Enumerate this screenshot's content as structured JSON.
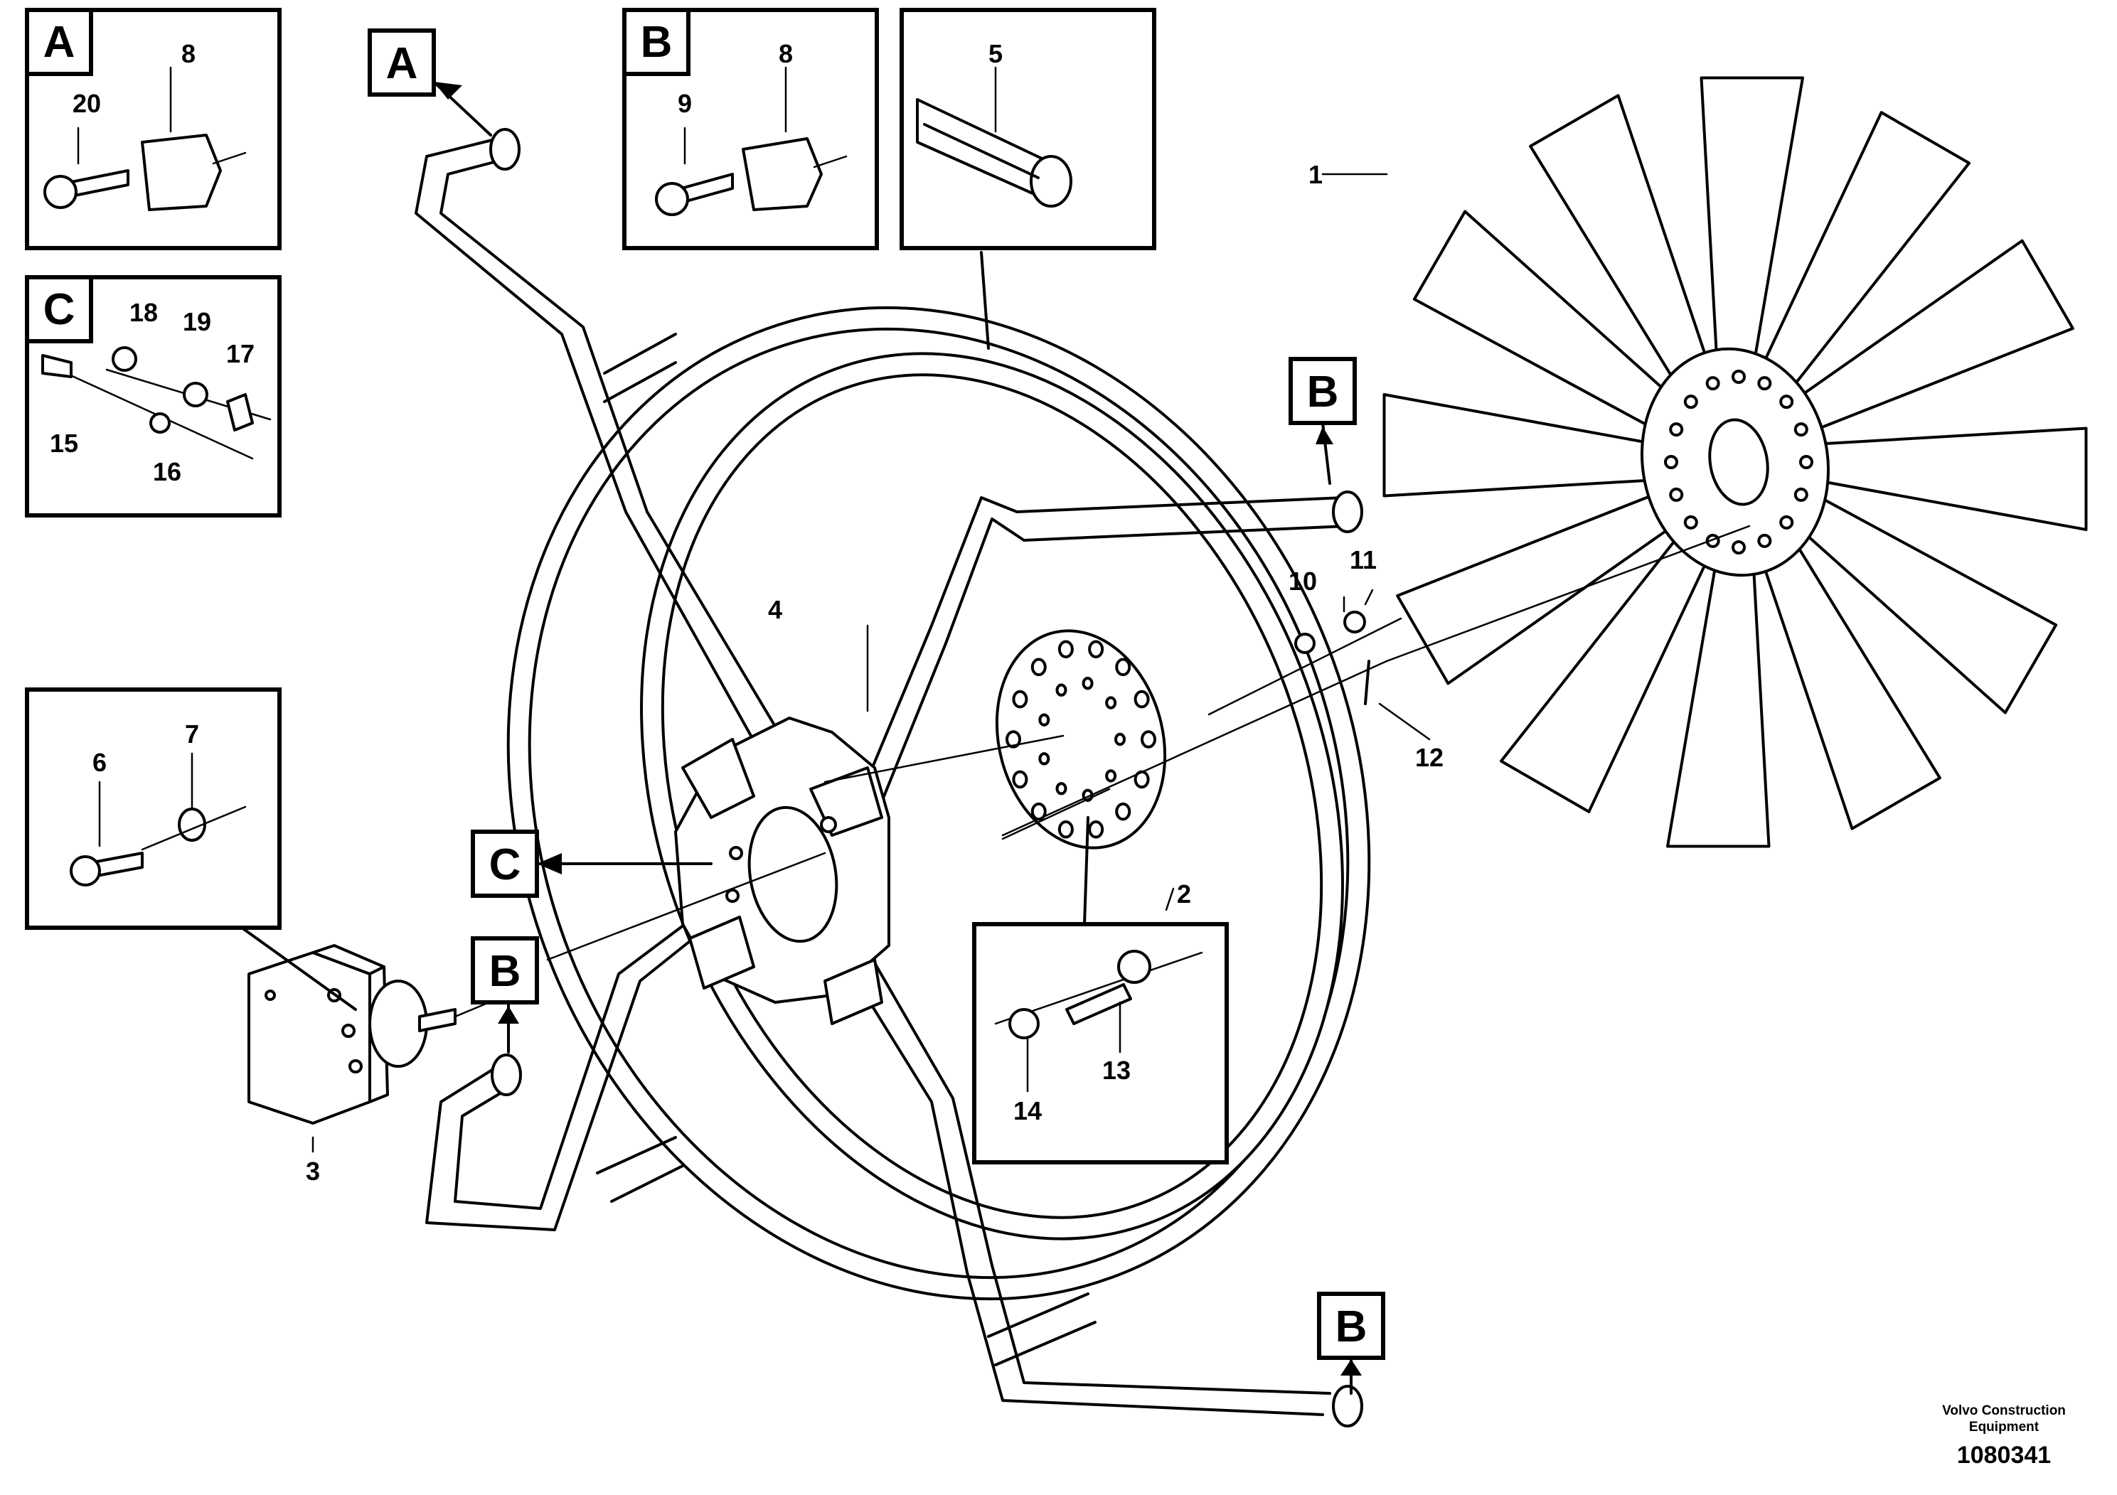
{
  "part_numbers": [
    "1",
    "2",
    "3",
    "4",
    "5",
    "6",
    "7",
    "8",
    "9",
    "10",
    "11",
    "12",
    "13",
    "14",
    "15",
    "16",
    "17",
    "18",
    "19",
    "20"
  ],
  "detail_letters": {
    "a": "A",
    "b": "B",
    "c": "C"
  },
  "footer": {
    "company_line1": "Volvo Construction",
    "company_line2": "Equipment",
    "drawing_number": "1080341"
  }
}
